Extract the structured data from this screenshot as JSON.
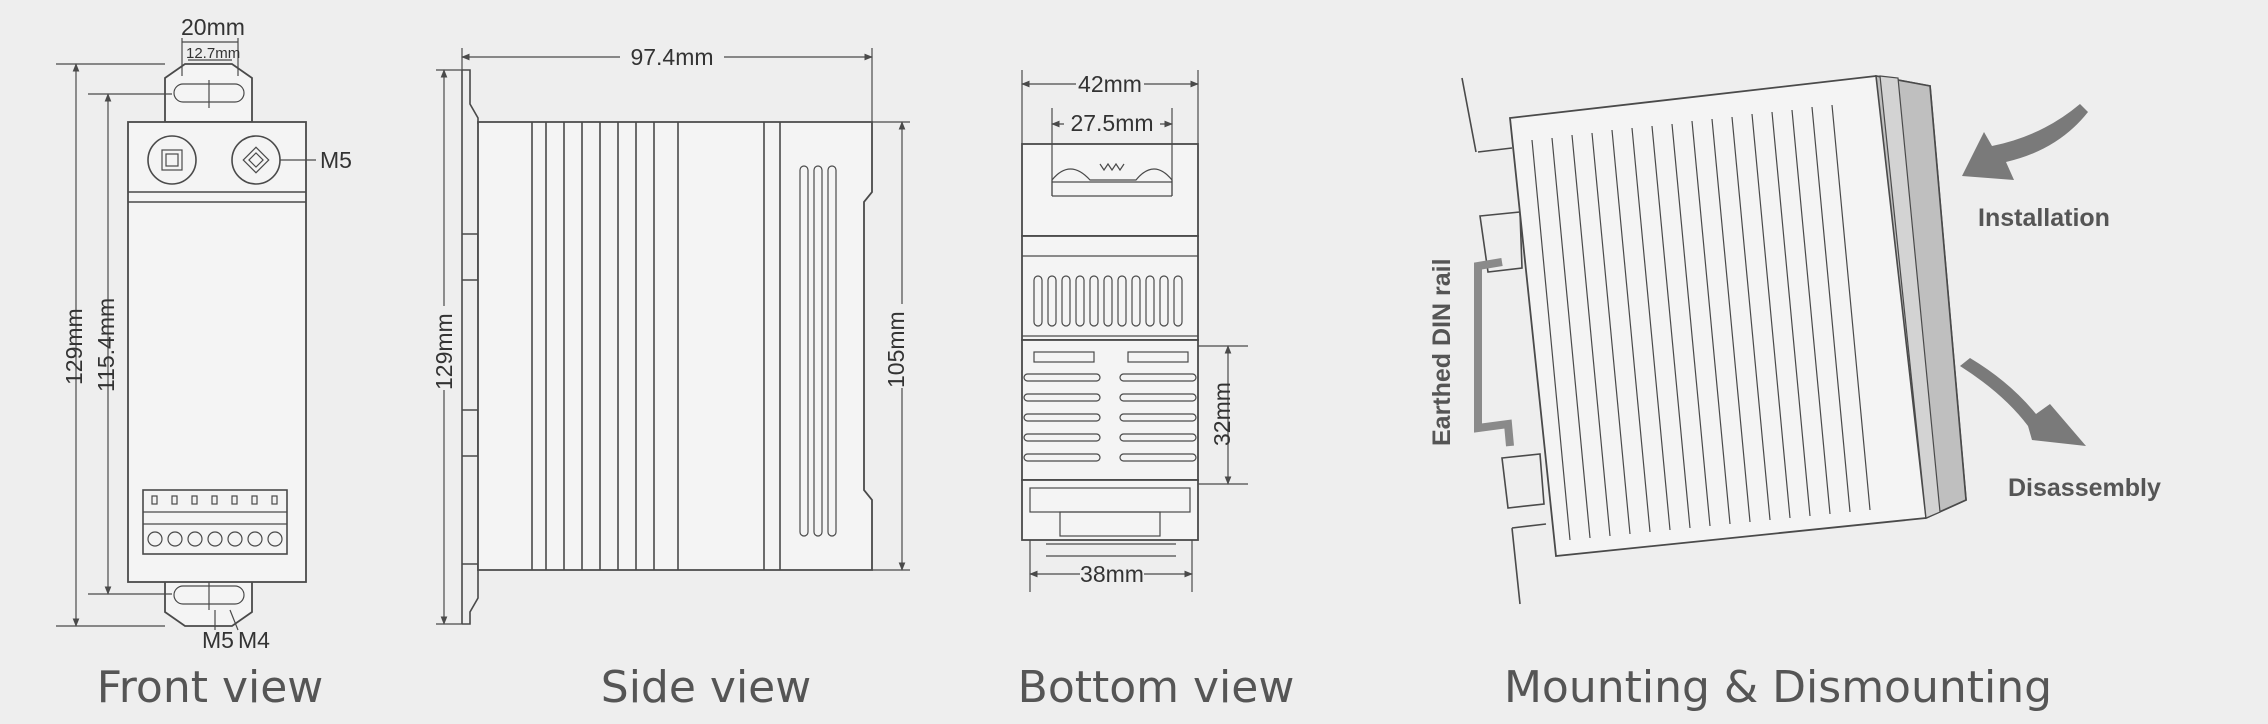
{
  "front": {
    "caption": "Front view",
    "dim_width": "20mm",
    "dim_hole": "12.7mm",
    "dim_height": "129mm",
    "dim_hole_spacing": "115.4mm",
    "screw_top": "M5",
    "screw_bottom_left": "M5",
    "screw_bottom_right": "M4"
  },
  "side": {
    "caption": "Side view",
    "dim_depth": "97.4mm",
    "dim_height": "129mm",
    "dim_body_height": "105mm"
  },
  "bottom": {
    "caption": "Bottom view",
    "dim_width": "42mm",
    "dim_inner": "27.5mm",
    "dim_fin": "32mm",
    "dim_base": "38mm"
  },
  "mounting": {
    "caption": "Mounting & Dismounting",
    "rail_label": "Earthed DIN rail",
    "installation": "Installation",
    "disassembly": "Disassembly"
  },
  "colors": {
    "line": "#4a4a4a",
    "arrow": "#7a7a7a",
    "background": "#eeeeee"
  }
}
